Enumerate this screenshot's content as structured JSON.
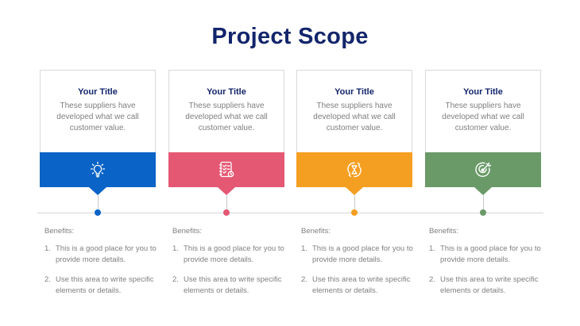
{
  "slide": {
    "title": "Project Scope"
  },
  "cards": [
    {
      "title": "Your Title",
      "description": "These suppliers have developed what we call customer value.",
      "color": "#0a63c6",
      "icon": "lightbulb-icon",
      "benefits_heading": "Benefits:",
      "benefits": [
        {
          "num": "1.",
          "text": "This is a good place for you to provide more details."
        },
        {
          "num": "2.",
          "text": "Use this area to write specific elements or details."
        }
      ]
    },
    {
      "title": "Your Title",
      "description": "These suppliers have developed what we call customer value.",
      "color": "#e45873",
      "icon": "checklist-icon",
      "benefits_heading": "Benefits:",
      "benefits": [
        {
          "num": "1.",
          "text": "This is a good place for you to provide more details."
        },
        {
          "num": "2.",
          "text": "Use this area to write specific elements or details."
        }
      ]
    },
    {
      "title": "Your Title",
      "description": "These suppliers have developed what we call customer value.",
      "color": "#f59f22",
      "icon": "hourglass-cycle-icon",
      "benefits_heading": "Benefits:",
      "benefits": [
        {
          "num": "1.",
          "text": "This is a good place for you to provide more details."
        },
        {
          "num": "2.",
          "text": "Use this area to write specific elements or details."
        }
      ]
    },
    {
      "title": "Your Title",
      "description": "These suppliers have developed what we call customer value.",
      "color": "#6a9a68",
      "icon": "target-icon",
      "benefits_heading": "Benefits:",
      "benefits": [
        {
          "num": "1.",
          "text": "This is a good place for you to provide more details."
        },
        {
          "num": "2.",
          "text": "Use this area to write specific elements or details."
        }
      ]
    }
  ]
}
